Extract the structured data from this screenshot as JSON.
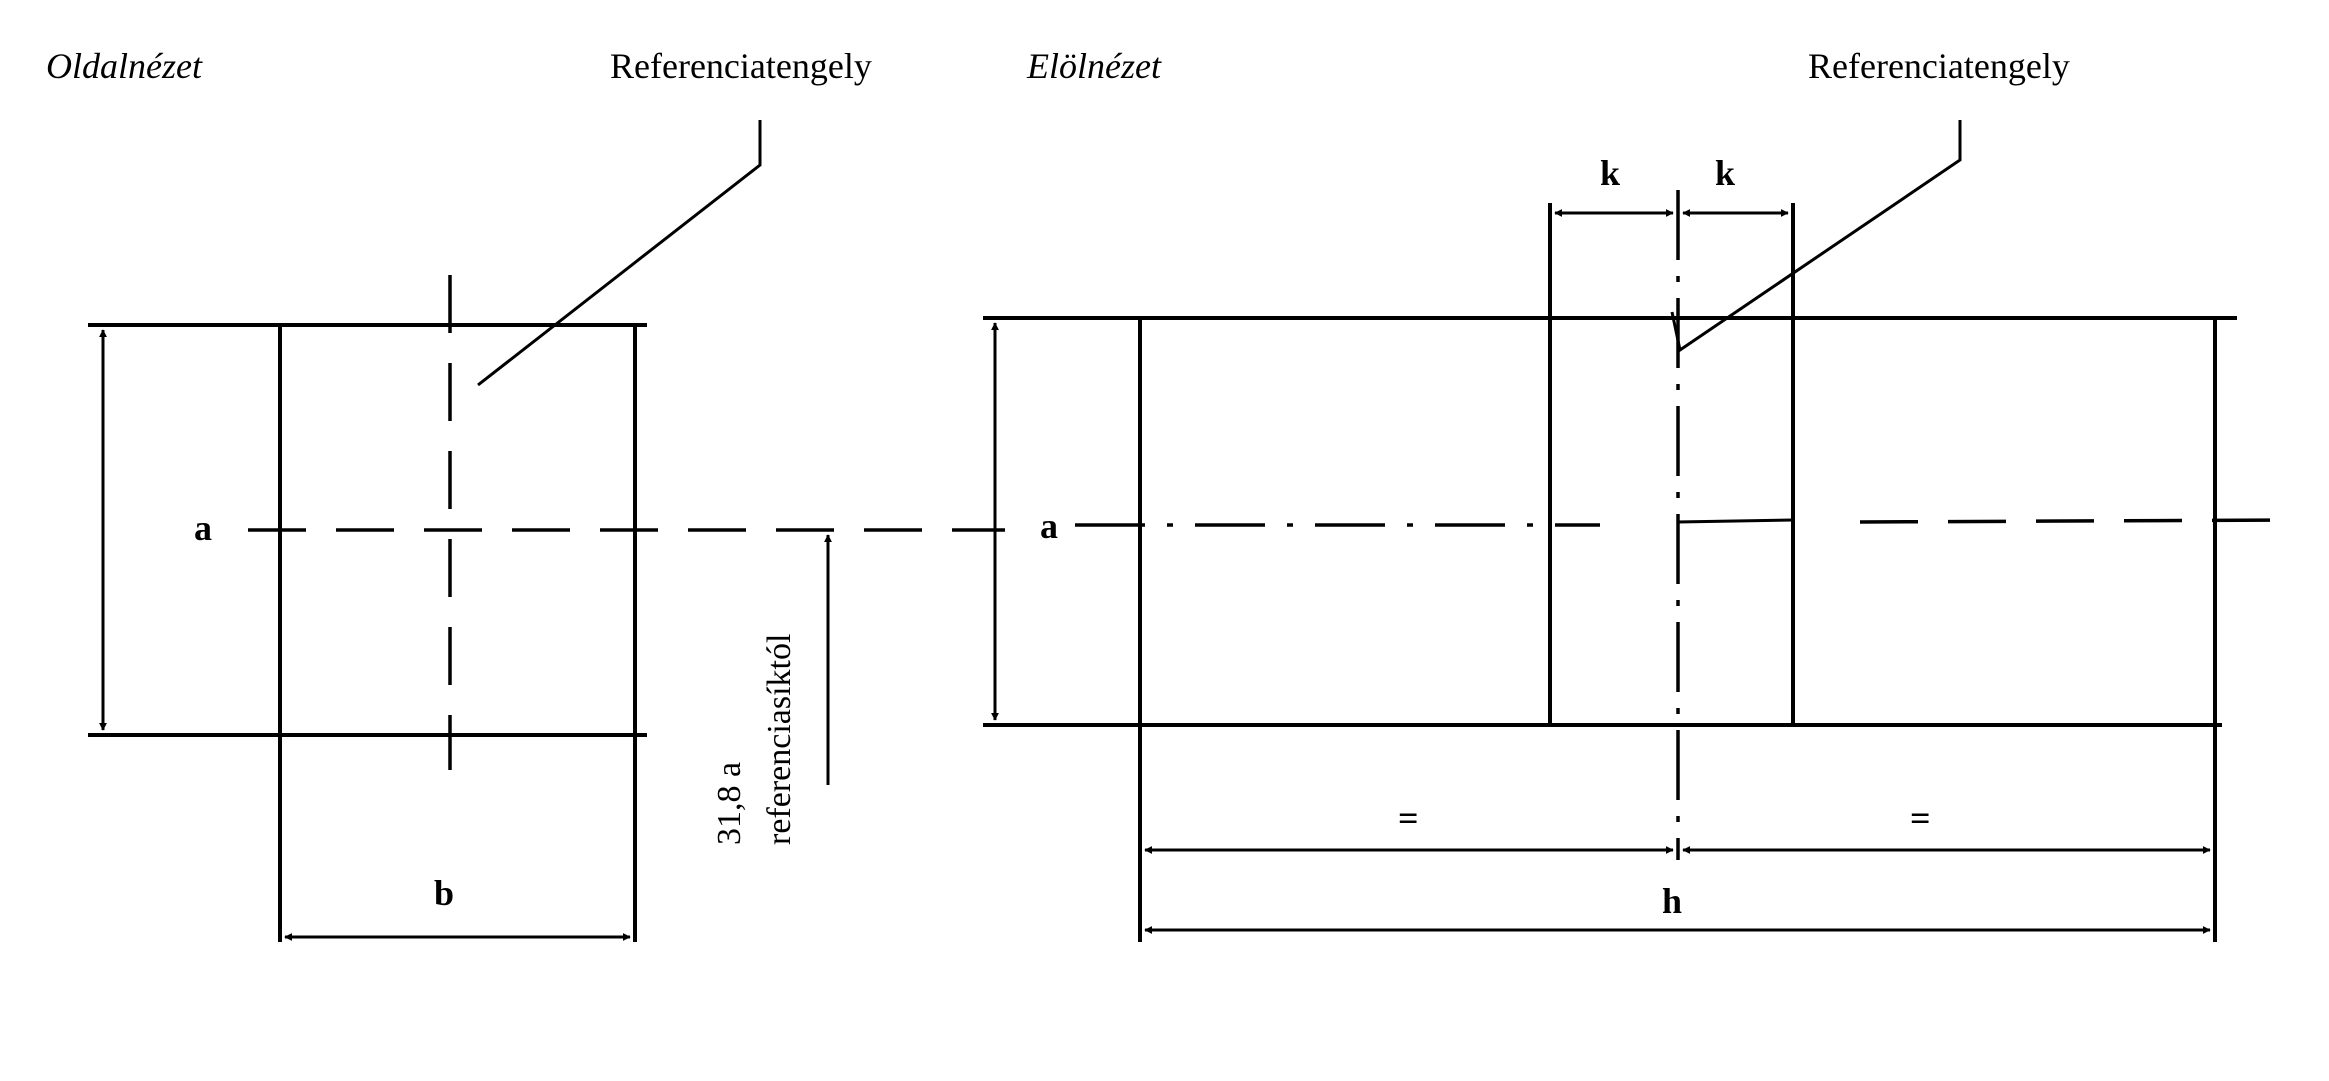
{
  "side_view": {
    "title": "Oldalnézet",
    "axis_label": "Referenciatengely",
    "dim_a": "a",
    "dim_b": "b"
  },
  "front_view": {
    "title": "Elölnézet",
    "axis_label": "Referenciatengely",
    "dim_a": "a",
    "dim_k_left": "k",
    "dim_k_right": "k",
    "dim_eq_left": "=",
    "dim_eq_right": "=",
    "dim_h": "h"
  },
  "reference_height": {
    "line1": "31,8 a",
    "line2": "referenciasíktól"
  }
}
